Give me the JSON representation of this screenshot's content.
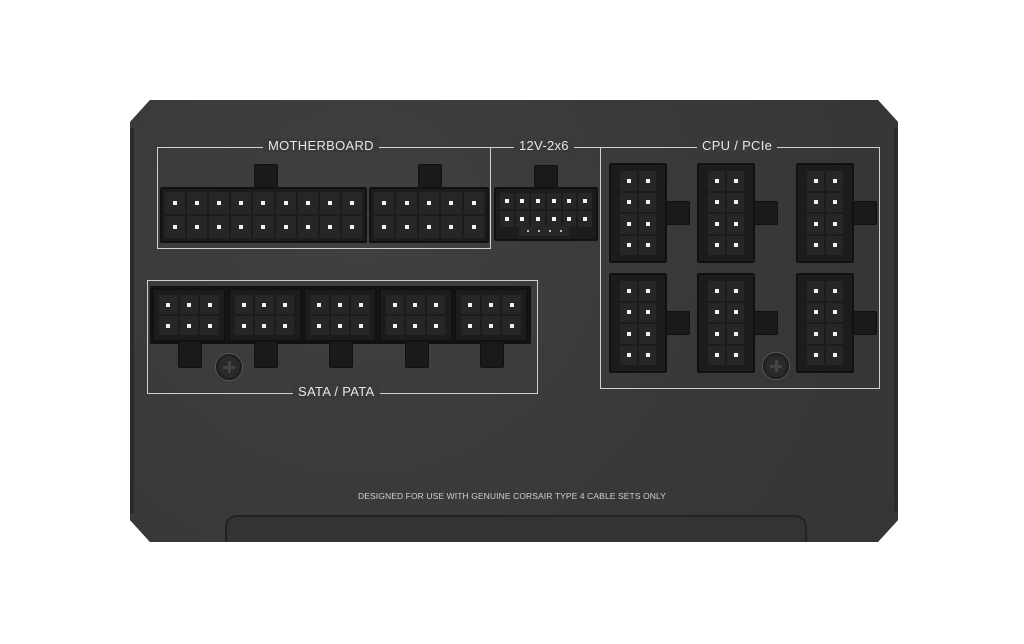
{
  "panel": {
    "color": "#3b3b3b",
    "sections": {
      "motherboard": {
        "label": "MOTHERBOARD"
      },
      "gpu_12v": {
        "label": "12V-2x6"
      },
      "cpu_pcie": {
        "label": "CPU / PCIe"
      },
      "sata_pata": {
        "label": "SATA / PATA"
      }
    },
    "footer_text": "DESIGNED FOR USE WITH GENUINE CORSAIR TYPE 4 CABLE SETS ONLY"
  },
  "connectors": {
    "motherboard": [
      {
        "cols": 9,
        "rows": 2
      },
      {
        "cols": 5,
        "rows": 2
      }
    ],
    "gpu_12v": {
      "cols": 6,
      "rows": 2,
      "sense_pins": 4
    },
    "cpu_pcie": {
      "count": 6,
      "cols": 2,
      "rows": 4
    },
    "sata_pata": {
      "count": 5,
      "cols": 3,
      "rows": 2
    }
  }
}
